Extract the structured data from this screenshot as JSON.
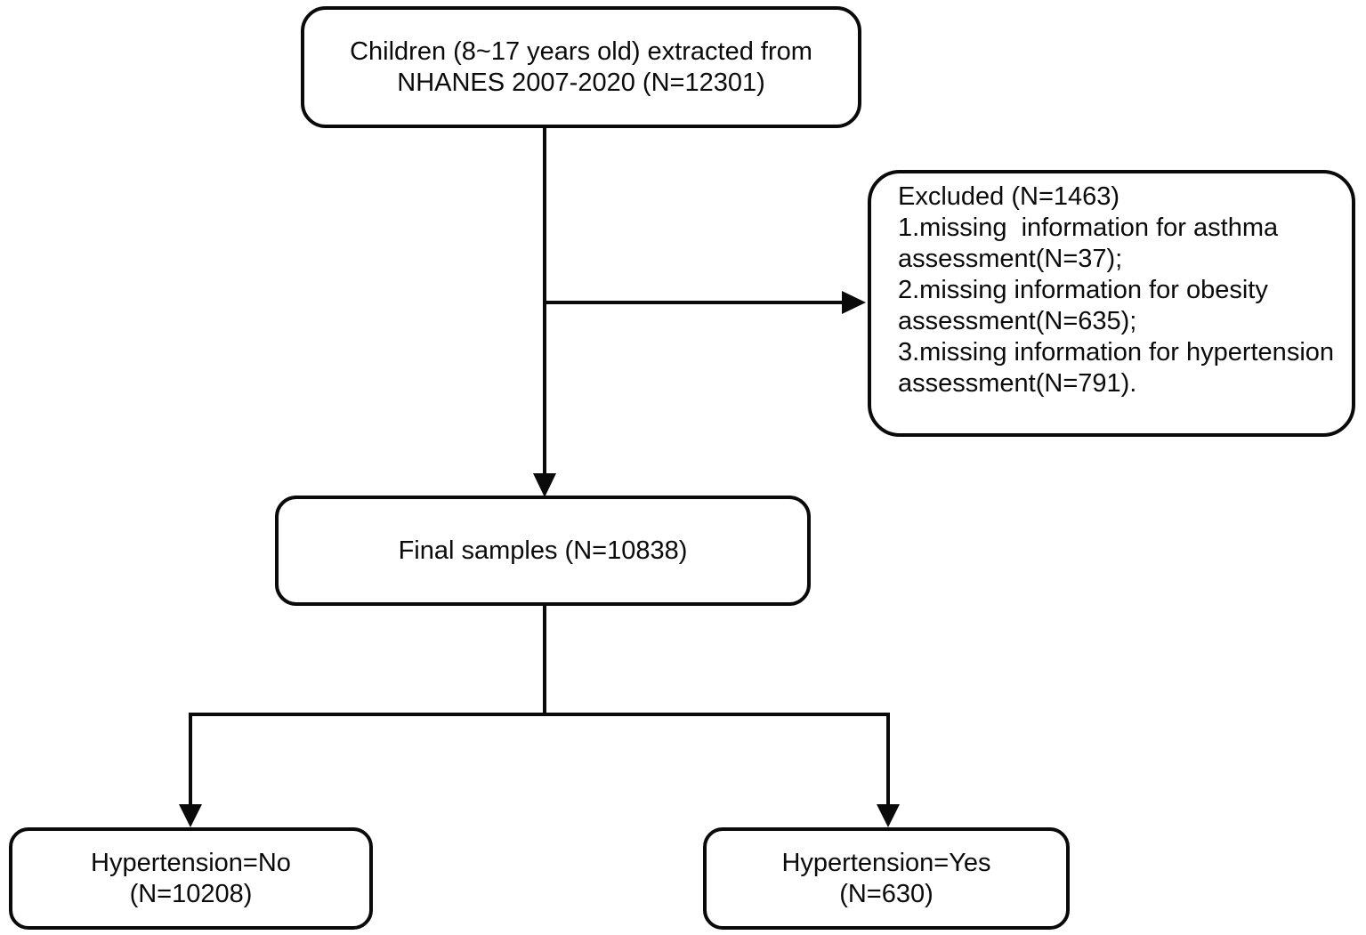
{
  "figure": {
    "type": "flowchart",
    "background_color": "#ffffff",
    "line_color": "#0a0a0a",
    "text_color": "#0b0b0b",
    "nodes": {
      "population": {
        "lines": [
          "Children (8~17 years old) extracted from",
          "NHANES 2007-2020 (N=12301)"
        ]
      },
      "excluded": {
        "lines": [
          "Excluded (N=1463)",
          "1.missing  information for asthma",
          "assessment(N=37);",
          "2.missing information for obesity",
          "assessment(N=635);",
          "3.missing information for hypertension",
          "assessment(N=791)."
        ]
      },
      "final_samples": {
        "lines": [
          "Final samples (N=10838)"
        ]
      },
      "hypertension_no": {
        "lines": [
          "Hypertension=No",
          "(N=10208)"
        ]
      },
      "hypertension_yes": {
        "lines": [
          "Hypertension=Yes",
          "(N=630)"
        ]
      }
    },
    "edges": [
      {
        "from": "population",
        "to": "final_samples",
        "style": "arrow"
      },
      {
        "from": "population",
        "to": "excluded",
        "style": "arrow"
      },
      {
        "from": "final_samples",
        "to": "hypertension_no",
        "style": "arrow"
      },
      {
        "from": "final_samples",
        "to": "hypertension_yes",
        "style": "arrow"
      }
    ]
  }
}
